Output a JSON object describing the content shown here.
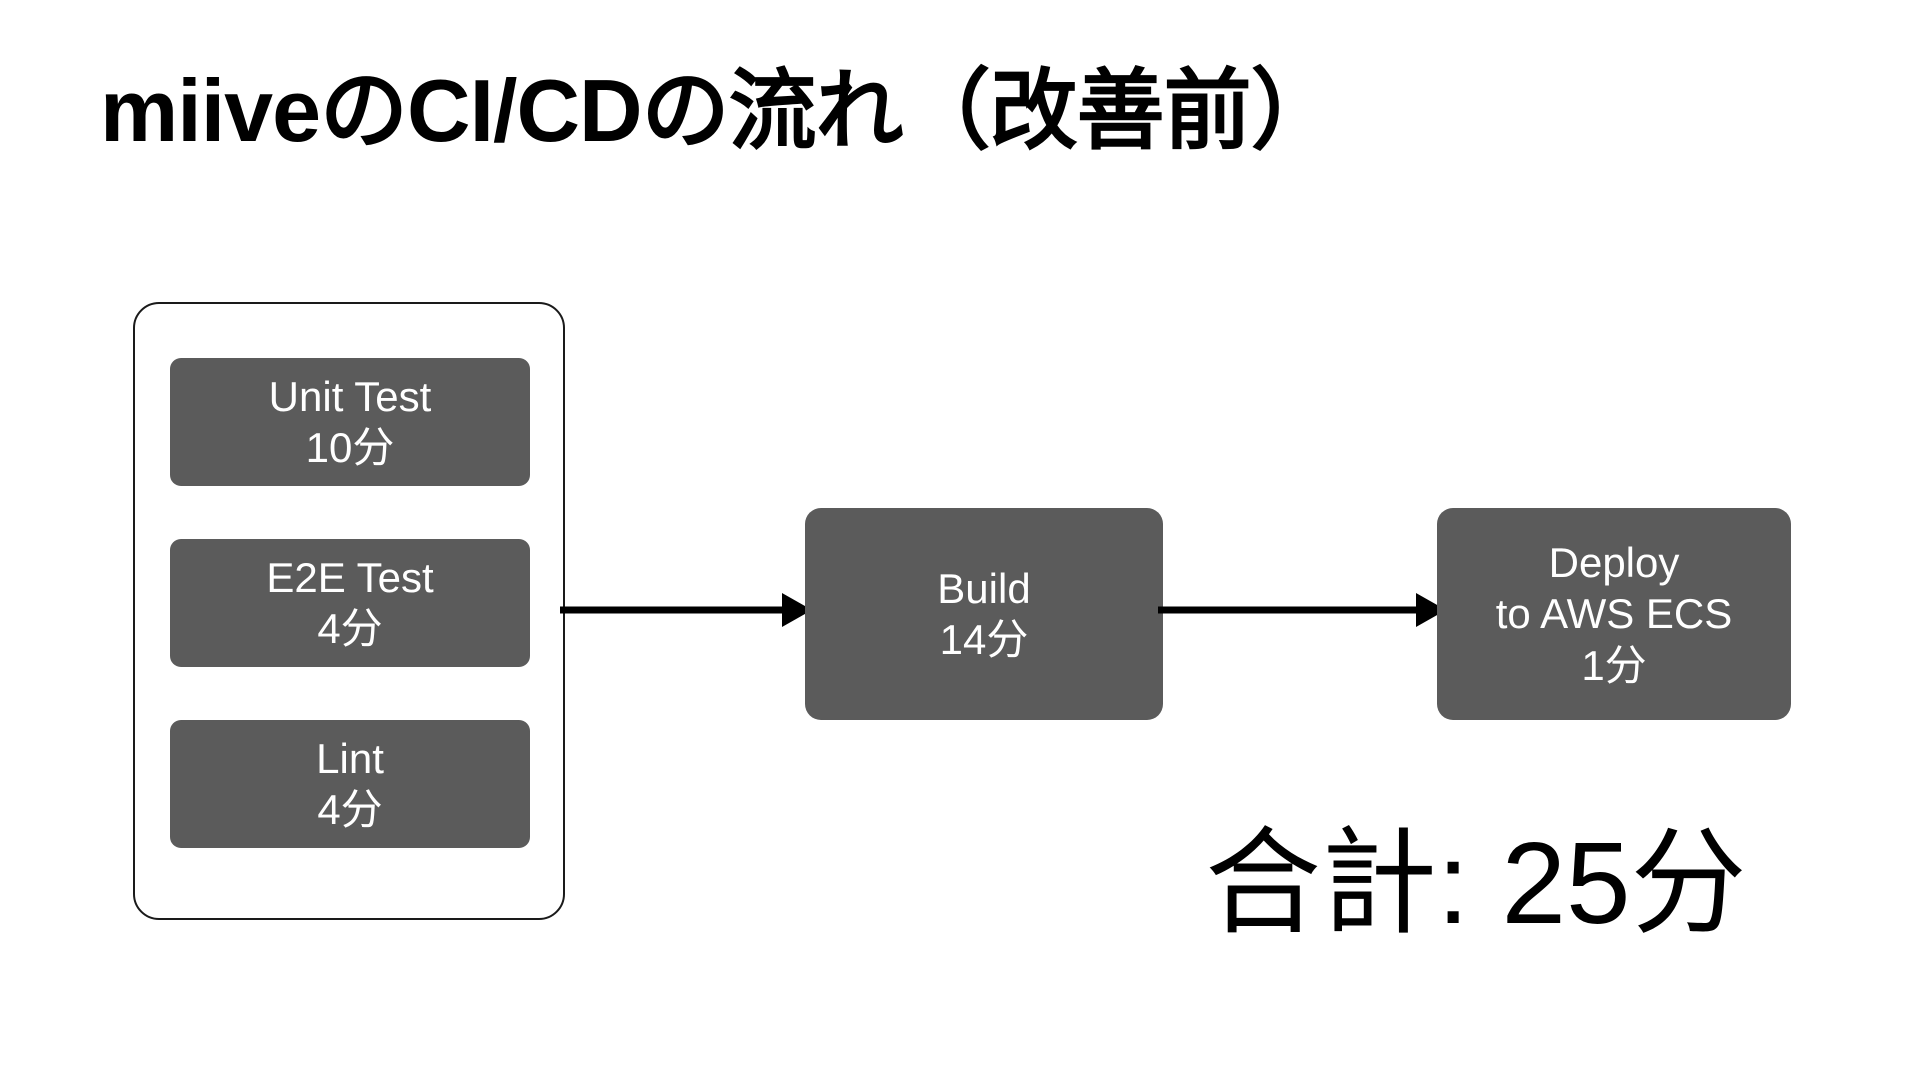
{
  "slide": {
    "title": "miiveのCI/CDの流れ（改善前）",
    "background_color": "#ffffff",
    "node_fill_color": "#5b5b5b",
    "node_text_color": "#ffffff",
    "outline_color": "#1a1a1a",
    "arrow_color": "#000000"
  },
  "parallel_group": {
    "label": "parallel-ci-jobs",
    "nodes": [
      {
        "name": "unit-test",
        "title": "Unit Test",
        "duration": "10分",
        "minutes": 10
      },
      {
        "name": "e2e-test",
        "title": "E2E Test",
        "duration": "4分",
        "minutes": 4
      },
      {
        "name": "lint",
        "title": "Lint",
        "duration": "4分",
        "minutes": 4
      }
    ]
  },
  "pipeline_nodes": [
    {
      "name": "build",
      "title": "Build",
      "subtitle": "",
      "duration": "14分",
      "minutes": 14
    },
    {
      "name": "deploy",
      "title": "Deploy",
      "subtitle": "to AWS ECS",
      "duration": "1分",
      "minutes": 1
    }
  ],
  "arrows": [
    {
      "name": "group-to-build",
      "from": "parallel-group",
      "to": "build"
    },
    {
      "name": "build-to-deploy",
      "from": "build",
      "to": "deploy"
    }
  ],
  "total": {
    "text": "合計: 25分",
    "label": "合計:",
    "value": "25分",
    "minutes": 25
  },
  "chart_data": {
    "type": "diagram",
    "title": "miiveのCI/CDの流れ（改善前）",
    "stages": [
      {
        "stage": "Unit Test",
        "minutes": 10,
        "parallel_group": "ci-tests"
      },
      {
        "stage": "E2E Test",
        "minutes": 4,
        "parallel_group": "ci-tests"
      },
      {
        "stage": "Lint",
        "minutes": 4,
        "parallel_group": "ci-tests"
      },
      {
        "stage": "Build",
        "minutes": 14,
        "parallel_group": null
      },
      {
        "stage": "Deploy to AWS ECS",
        "minutes": 1,
        "parallel_group": null
      }
    ],
    "total_minutes": 25
  }
}
